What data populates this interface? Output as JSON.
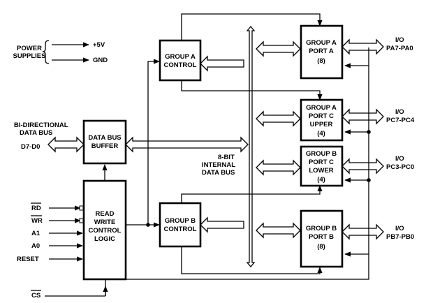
{
  "power": {
    "label_line1": "POWER",
    "label_line2": "SUPPLIES",
    "plus5v": "+5V",
    "gnd": "GND"
  },
  "data_bus": {
    "label_line1": "BI-DIRECTIONAL",
    "label_line2": "DATA BUS",
    "pins": "D7-D0"
  },
  "blocks": {
    "data_bus_buffer": [
      "DATA BUS",
      "BUFFER"
    ],
    "rw_control": [
      "READ",
      "WRITE",
      "CONTROL",
      "LOGIC"
    ],
    "group_a_control": [
      "GROUP A",
      "CONTROL"
    ],
    "group_b_control": [
      "GROUP B",
      "CONTROL"
    ],
    "group_a_port_a": [
      "GROUP A",
      "PORT A",
      "(8)"
    ],
    "group_a_port_c_upper": [
      "GROUP A",
      "PORT C",
      "UPPER",
      "(4)"
    ],
    "group_b_port_c_lower": [
      "GROUP B",
      "PORT C",
      "LOWER",
      "(4)"
    ],
    "group_b_port_b": [
      "GROUP B",
      "PORT B",
      "(8)"
    ]
  },
  "internal_bus": [
    "8-BIT",
    "INTERNAL",
    "DATA BUS"
  ],
  "control_inputs": {
    "rd": "RD",
    "wr": "WR",
    "a1": "A1",
    "a0": "A0",
    "reset": "RESET",
    "cs": "CS"
  },
  "io_ports": [
    {
      "io": "I/O",
      "pins": "PA7-PA0"
    },
    {
      "io": "I/O",
      "pins": "PC7-PC4"
    },
    {
      "io": "I/O",
      "pins": "PC3-PC0"
    },
    {
      "io": "I/O",
      "pins": "PB7-PB0"
    }
  ]
}
